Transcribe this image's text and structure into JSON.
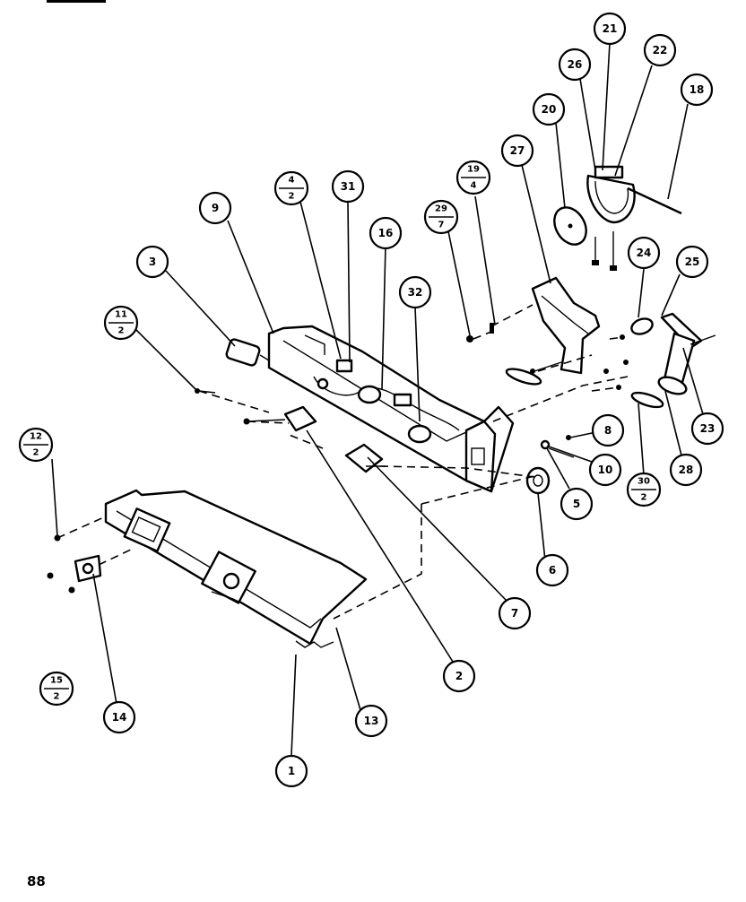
{
  "page_number": "88",
  "callouts": [
    {
      "id": "c1",
      "label": "1"
    },
    {
      "id": "c2",
      "label": "2"
    },
    {
      "id": "c3",
      "label": "3"
    },
    {
      "id": "c4",
      "top": "4",
      "bottom": "2"
    },
    {
      "id": "c5",
      "label": "5"
    },
    {
      "id": "c6",
      "label": "6"
    },
    {
      "id": "c7",
      "label": "7"
    },
    {
      "id": "c8",
      "label": "8"
    },
    {
      "id": "c9",
      "label": "9"
    },
    {
      "id": "c10",
      "label": "10"
    },
    {
      "id": "c11",
      "top": "11",
      "bottom": "2"
    },
    {
      "id": "c12",
      "top": "12",
      "bottom": "2"
    },
    {
      "id": "c13",
      "label": "13"
    },
    {
      "id": "c14",
      "label": "14"
    },
    {
      "id": "c15",
      "top": "15",
      "bottom": "2"
    },
    {
      "id": "c16",
      "label": "16"
    },
    {
      "id": "c18",
      "label": "18"
    },
    {
      "id": "c19",
      "top": "19",
      "bottom": "4"
    },
    {
      "id": "c20",
      "label": "20"
    },
    {
      "id": "c21",
      "label": "21"
    },
    {
      "id": "c22",
      "label": "22"
    },
    {
      "id": "c23",
      "label": "23"
    },
    {
      "id": "c24",
      "label": "24"
    },
    {
      "id": "c25",
      "label": "25"
    },
    {
      "id": "c26",
      "label": "26"
    },
    {
      "id": "c27",
      "label": "27"
    },
    {
      "id": "c28",
      "label": "28"
    },
    {
      "id": "c29",
      "top": "29",
      "bottom": "7"
    },
    {
      "id": "c30",
      "top": "30",
      "bottom": "2"
    },
    {
      "id": "c31",
      "label": "31"
    },
    {
      "id": "c32",
      "label": "32"
    }
  ]
}
